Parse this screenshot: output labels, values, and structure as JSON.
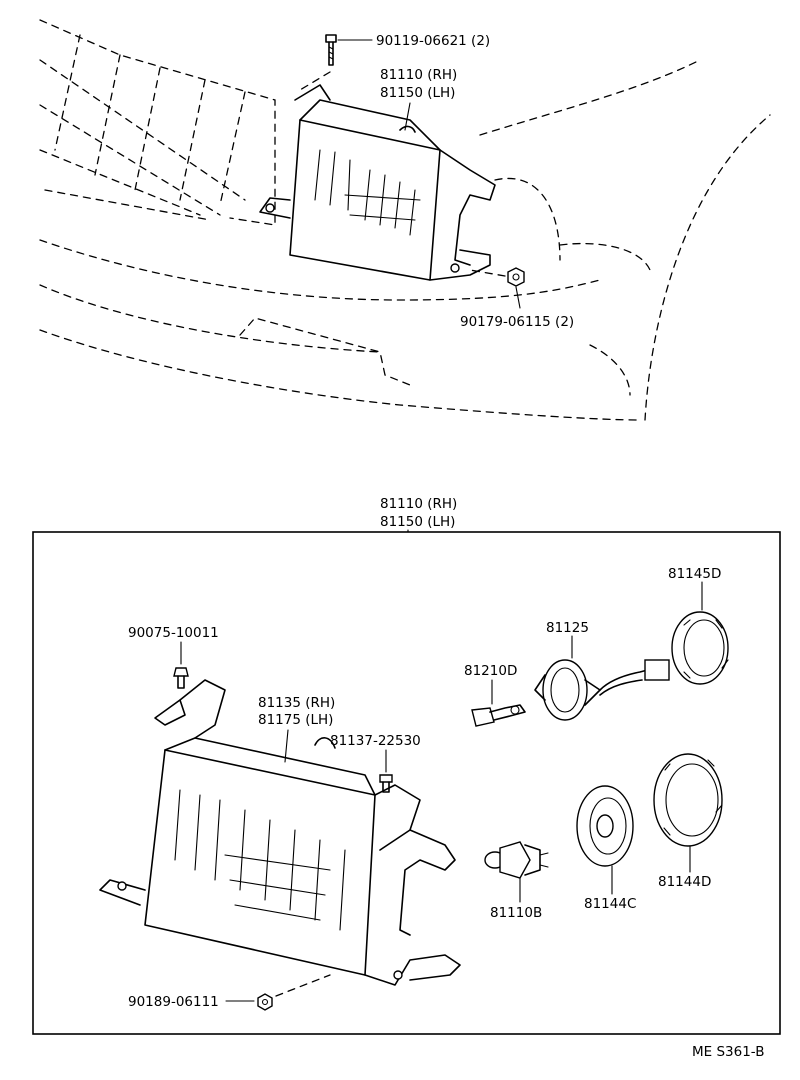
{
  "diagram": {
    "top_section": {
      "labels": {
        "bolt": "90119-06621 (2)",
        "headlamp_rh": "81110 (RH)",
        "headlamp_lh": "81150 (LH)",
        "nut": "90179-06115 (2)"
      }
    },
    "detail_section": {
      "heading_rh": "81110 (RH)",
      "heading_lh": "81150 (LH)",
      "labels": {
        "screw": "90075-10011",
        "unit_rh": "81135 (RH)",
        "unit_lh": "81175 (LH)",
        "clip": "81137-22530",
        "side_bulb": "81210D",
        "socket": "81125",
        "cover_d": "81145D",
        "main_bulb": "81110B",
        "cover_c": "81144C",
        "cover_ring": "81144D",
        "bottom_nut": "90189-06111"
      }
    },
    "reference_code": "ME S361-B"
  }
}
